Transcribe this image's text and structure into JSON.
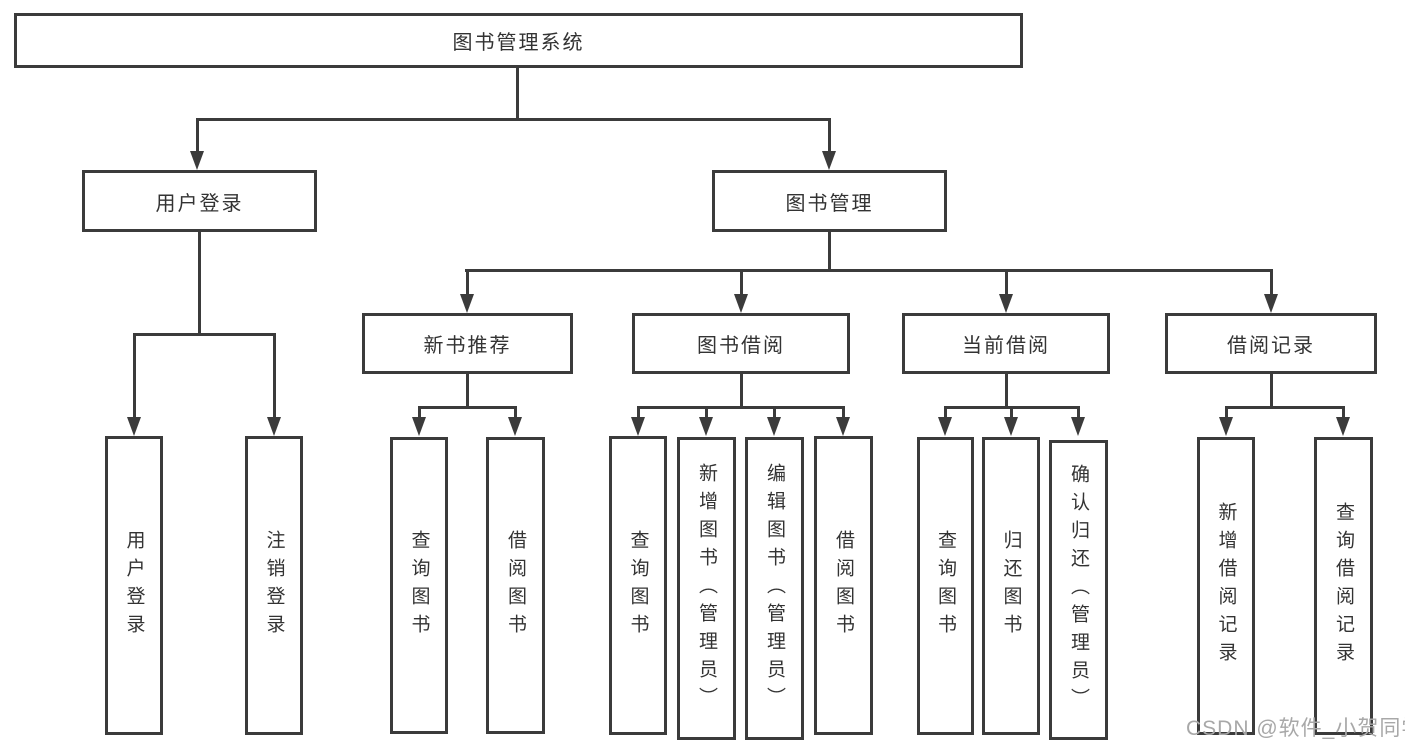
{
  "tree": {
    "label": "图书管理系统",
    "children": [
      {
        "label": "用户登录",
        "children": [
          {
            "label": "用户登录"
          },
          {
            "label": "注销登录"
          }
        ]
      },
      {
        "label": "图书管理",
        "children": [
          {
            "label": "新书推荐",
            "children": [
              {
                "label": "查询图书"
              },
              {
                "label": "借阅图书"
              }
            ]
          },
          {
            "label": "图书借阅",
            "children": [
              {
                "label": "查询图书"
              },
              {
                "label": "新增图书（管理员）"
              },
              {
                "label": "编辑图书（管理员）"
              },
              {
                "label": "借阅图书"
              }
            ]
          },
          {
            "label": "当前借阅",
            "children": [
              {
                "label": "查询图书"
              },
              {
                "label": "归还图书"
              },
              {
                "label": "确认归还（管理员）"
              }
            ]
          },
          {
            "label": "借阅记录",
            "children": [
              {
                "label": "新增借阅记录"
              },
              {
                "label": "查询借阅记录"
              }
            ]
          }
        ]
      }
    ]
  },
  "watermark": "CSDN @软件_小贺同学",
  "colors": {
    "line": "#3b3b3b",
    "text": "#333333",
    "background": "#ffffff",
    "watermark": "#a8a8a8"
  }
}
